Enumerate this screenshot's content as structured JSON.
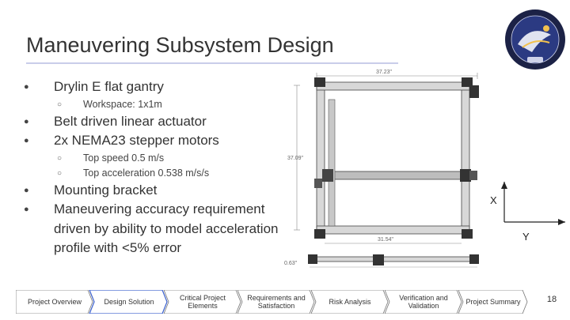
{
  "slide": {
    "title": "Maneuvering Subsystem Design",
    "page_number": "18"
  },
  "bullets": [
    {
      "level": 1,
      "text": "Drylin E flat gantry"
    },
    {
      "level": 2,
      "text": "Workspace: 1x1m"
    },
    {
      "level": 1,
      "text": "Belt driven linear actuator"
    },
    {
      "level": 1,
      "text": "2x NEMA23 stepper motors"
    },
    {
      "level": 2,
      "text": "Top speed 0.5 m/s"
    },
    {
      "level": 2,
      "text": "Top acceleration 0.538 m/s/s"
    },
    {
      "level": 1,
      "text": "Mounting bracket"
    },
    {
      "level": 1,
      "text": "Maneuvering accuracy requirement driven by ability to model acceleration profile with <5% error"
    }
  ],
  "diagram": {
    "dim_top": "37.23\"",
    "dim_side": "37.09\"",
    "dim_inner": "31.54\"",
    "dim_height": "0.63\""
  },
  "axes": {
    "x_label": "X",
    "y_label": "Y"
  },
  "nav": {
    "items": [
      {
        "label": "Project Overview",
        "active": false
      },
      {
        "label": "Design Solution",
        "active": true
      },
      {
        "label": "Critical Project Elements",
        "active": false
      },
      {
        "label": "Requirements and Satisfaction",
        "active": false
      },
      {
        "label": "Risk Analysis",
        "active": false
      },
      {
        "label": "Verification and Validation",
        "active": false
      },
      {
        "label": "Project Summary",
        "active": false
      }
    ],
    "active_color": "#3a5fcd"
  },
  "colors": {
    "title_rule": "#c9cde9",
    "gantry_dark": "#333333"
  }
}
